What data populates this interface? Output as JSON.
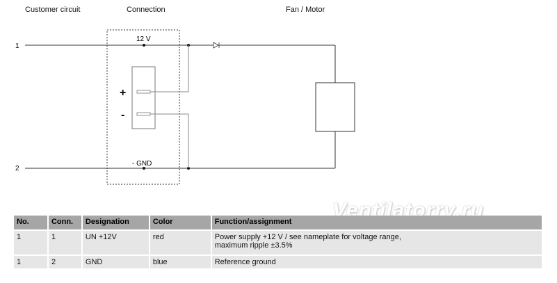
{
  "headers": {
    "customer_circuit": "Customer circuit",
    "connection": "Connection",
    "fan_motor": "Fan / Motor"
  },
  "diagram": {
    "line1_label": "1",
    "line2_label": "2",
    "v12_label": "12 V",
    "gnd_label": "- GND",
    "plus_label": "+",
    "minus_label": "-"
  },
  "watermark": "Ventilatorry.ru",
  "table": {
    "columns": [
      "No.",
      "Conn.",
      "Designation",
      "Color",
      "Function/assignment"
    ],
    "rows": [
      {
        "no": "1",
        "conn": "1",
        "designation": "UN +12V",
        "color": "red",
        "function_line1": "Power supply +12 V / see nameplate for voltage range,",
        "function_line2": "maximum ripple ±3.5%"
      },
      {
        "no": "1",
        "conn": "2",
        "designation": "GND",
        "color": "blue",
        "function_line1": "Reference ground",
        "function_line2": ""
      }
    ]
  },
  "colors": {
    "header_bg": "#a6a6a6",
    "row_bg": "#e6e6e6",
    "line": "#333333"
  }
}
